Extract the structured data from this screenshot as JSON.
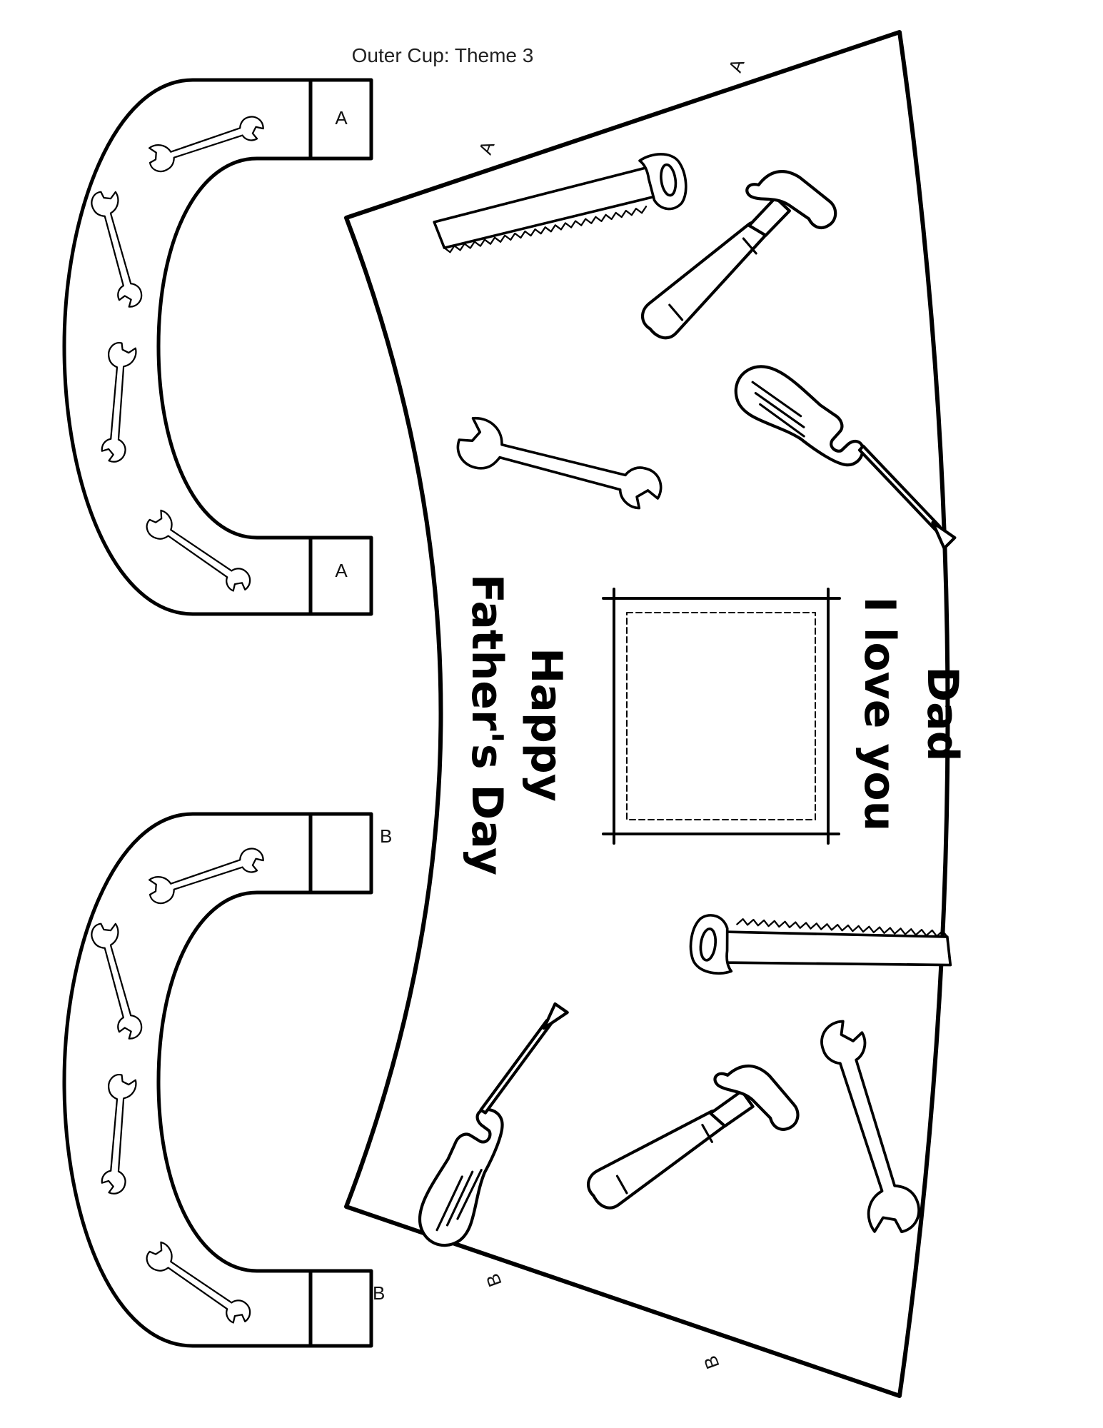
{
  "page": {
    "title": "Outer Cup: Theme 3"
  },
  "colors": {
    "line": "#000000",
    "paper": "#ffffff"
  },
  "handle_top": {
    "tab_top_label": "A",
    "tab_bottom_label": "A",
    "icons": [
      "wrench-icon",
      "wrench-icon",
      "wrench-icon",
      "wrench-icon"
    ]
  },
  "handle_bottom": {
    "tab_top_label": "B",
    "tab_bottom_label": "B",
    "icons": [
      "wrench-icon",
      "wrench-icon",
      "wrench-icon",
      "wrench-icon"
    ]
  },
  "cup": {
    "edge_marks": {
      "top_left": "A",
      "top_right": "A",
      "bottom_left": "B",
      "bottom_right": "B"
    },
    "message_right_line1": "Dad",
    "message_right_line2": "I love you",
    "message_left_line1": "Happy",
    "message_left_line2": "Father's Day",
    "icons": [
      "saw-icon",
      "hammer-icon",
      "screwdriver-icon",
      "wrench-icon",
      "photo-frame-icon",
      "saw-icon",
      "screwdriver-icon",
      "hammer-icon",
      "wrench-icon"
    ]
  }
}
